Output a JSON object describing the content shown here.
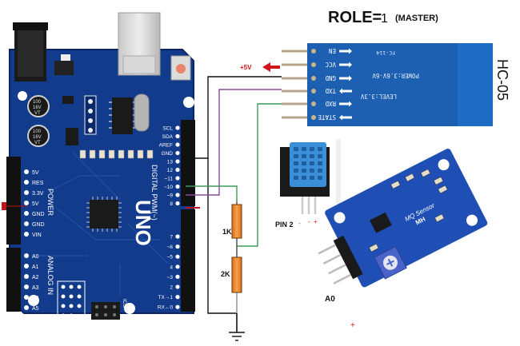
{
  "title": {
    "role": "ROLE=",
    "role_value": "1",
    "mode": "(MASTER)"
  },
  "bluetooth": {
    "name": "HC-05",
    "pins": [
      "EN",
      "VCC",
      "GND",
      "TXD",
      "RXD",
      "STATE"
    ],
    "power_text": "POWER:3.6V-6V",
    "level_text": "LEVEL:3.3V",
    "part_text": "FC-114",
    "supply_label": "+5V"
  },
  "dht": {
    "pin_label": "PIN 2",
    "minus": "-",
    "plus": "+"
  },
  "gas_sensor": {
    "title": "MQ Sensor",
    "brand": "MH",
    "pin_label": "A0",
    "plus": "+"
  },
  "resistors": [
    {
      "label": "1K"
    },
    {
      "label": "2K"
    }
  ],
  "arduino": {
    "model": "UNO",
    "power_header_title": "POWER",
    "analog_header_title": "ANALOG IN",
    "digital_header_title": "DIGITAL PWM(~)",
    "power_pins": [
      "5V",
      "RES",
      "3.3V",
      "5V",
      "GND",
      "GND",
      "VIN"
    ],
    "analog_pins": [
      "A0",
      "A1",
      "A2",
      "A3",
      "A4",
      "A5"
    ],
    "digital_top_pins": [
      "SCL",
      "SDA",
      "AREF",
      "GND",
      "13",
      "12",
      "~11",
      "~10",
      "~9",
      "8"
    ],
    "digital_bottom_pins": [
      "7",
      "~6",
      "~5",
      "4",
      "~3",
      "2",
      "TX→1",
      "RX←0"
    ],
    "cap_labels": [
      "100",
      "16V",
      "VT"
    ],
    "icsp_label": "ICSP"
  },
  "colors": {
    "board_blue": "#123b8c",
    "board_dark": "#0b2a6e",
    "hc05_blue": "#1d5fb0",
    "wire_black": "#111111",
    "wire_purple": "#8a4a9a",
    "wire_green": "#3f9a5a",
    "wire_red": "#c0141c",
    "resistor": "#f08a2c",
    "dht_blue": "#3b8fd8"
  }
}
